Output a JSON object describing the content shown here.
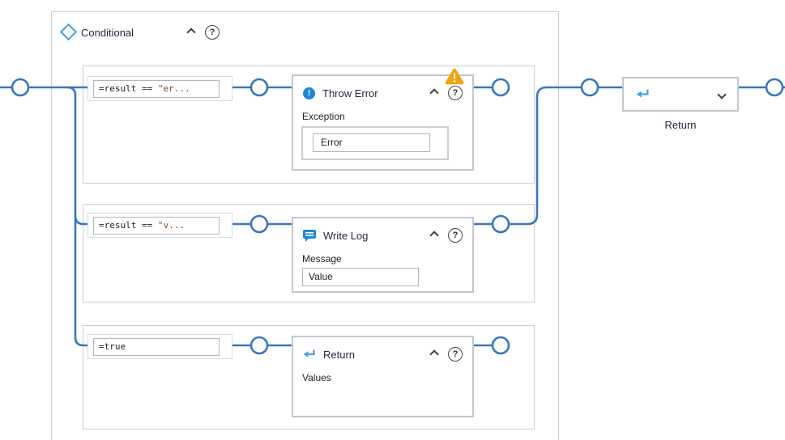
{
  "colors": {
    "flow_blue": "#3A75BE",
    "icon_blue": "#1E87D4",
    "return_blue": "#4AA0E2",
    "diamond_blue": "#45A1DE",
    "container_border": "#CCCCD4",
    "activity_border": "#C5C5CE",
    "field_outer_border": "#CBCBD3",
    "input_border": "#B3B3BF",
    "warning": "#F2A30B",
    "text": "#222222",
    "title": "#2A2342",
    "string_red": "#8C3A34"
  },
  "icons": {
    "help_glyph": "?",
    "error_glyph": "!",
    "warning_glyph": "!"
  },
  "conditional": {
    "title": "Conditional"
  },
  "branches": [
    {
      "condition": {
        "full": "=result == \"er...",
        "prefix": "=result == ",
        "string": "\"er..."
      },
      "activity": {
        "title": "Throw Error",
        "field_label": "Exception",
        "field_value": "Error",
        "has_warning": true
      }
    },
    {
      "condition": {
        "full": "=result == \"v...",
        "prefix": "=result == ",
        "string": "\"v..."
      },
      "activity": {
        "title": "Write Log",
        "field_label": "Message",
        "field_value": "Value"
      }
    },
    {
      "condition": {
        "full": "=true",
        "prefix": "=true",
        "string": ""
      },
      "activity": {
        "title": "Return",
        "field_label": "Values",
        "field_value": ""
      }
    }
  ],
  "return_node": {
    "label": "Return"
  }
}
